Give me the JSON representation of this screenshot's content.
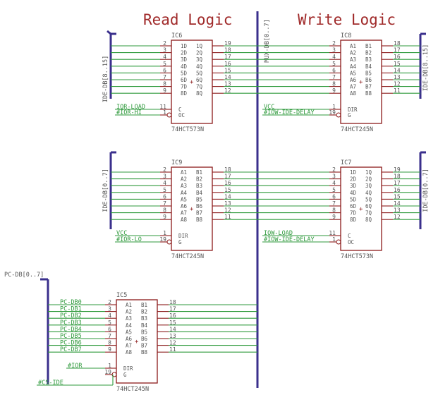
{
  "headings": {
    "read": "Read Logic",
    "write": "Write Logic"
  },
  "chips": [
    {
      "ref": "IC6",
      "part": "74HCT573N",
      "left_pins": [
        "2",
        "3",
        "4",
        "5",
        "6",
        "7",
        "8",
        "9"
      ],
      "left_names": [
        "1D",
        "2D",
        "3D",
        "4D",
        "5D",
        "6D",
        "7D",
        "8D"
      ],
      "right_pins": [
        "19",
        "18",
        "17",
        "16",
        "15",
        "14",
        "13",
        "12"
      ],
      "right_names": [
        "1Q",
        "2Q",
        "3Q",
        "4Q",
        "5Q",
        "6Q",
        "7Q",
        "8Q"
      ],
      "ctrl_pins": [
        "11",
        "1"
      ],
      "ctrl_names": [
        "C",
        "OC"
      ],
      "ctrl_nets": [
        "IOR-LOAD",
        "#IOR-HI"
      ]
    },
    {
      "ref": "IC8",
      "part": "74HCT245N",
      "left_pins": [
        "2",
        "3",
        "4",
        "5",
        "6",
        "7",
        "8",
        "9"
      ],
      "left_names": [
        "A1",
        "A2",
        "A3",
        "A4",
        "A5",
        "A6",
        "A7",
        "A8"
      ],
      "right_pins": [
        "18",
        "17",
        "16",
        "15",
        "14",
        "13",
        "12",
        "11"
      ],
      "right_names": [
        "B1",
        "B2",
        "B3",
        "B4",
        "B5",
        "B6",
        "B7",
        "B8"
      ],
      "ctrl_pins": [
        "1",
        "19"
      ],
      "ctrl_names": [
        "DIR",
        "G"
      ],
      "ctrl_nets": [
        "VCC",
        "#IOW-IDE-DELAY"
      ]
    },
    {
      "ref": "IC9",
      "part": "74HCT245N",
      "left_pins": [
        "2",
        "3",
        "4",
        "5",
        "6",
        "7",
        "8",
        "9"
      ],
      "left_names": [
        "A1",
        "A2",
        "A3",
        "A4",
        "A5",
        "A6",
        "A7",
        "A8"
      ],
      "right_pins": [
        "18",
        "17",
        "16",
        "15",
        "14",
        "13",
        "12",
        "11"
      ],
      "right_names": [
        "B1",
        "B2",
        "B3",
        "B4",
        "B5",
        "B6",
        "B7",
        "B8"
      ],
      "ctrl_pins": [
        "1",
        "19"
      ],
      "ctrl_names": [
        "DIR",
        "G"
      ],
      "ctrl_nets": [
        "VCC",
        "#IOR-LO"
      ]
    },
    {
      "ref": "IC7",
      "part": "74HCT573N",
      "left_pins": [
        "2",
        "3",
        "4",
        "5",
        "6",
        "7",
        "8",
        "9"
      ],
      "left_names": [
        "1D",
        "2D",
        "3D",
        "4D",
        "5D",
        "6D",
        "7D",
        "8D"
      ],
      "right_pins": [
        "19",
        "18",
        "17",
        "16",
        "15",
        "14",
        "13",
        "12"
      ],
      "right_names": [
        "1Q",
        "2Q",
        "3Q",
        "4Q",
        "5Q",
        "6Q",
        "7Q",
        "8Q"
      ],
      "ctrl_pins": [
        "11",
        "1"
      ],
      "ctrl_names": [
        "C",
        "OC"
      ],
      "ctrl_nets": [
        "IOW-LOAD",
        "#IOW-IDE-DELAY"
      ]
    },
    {
      "ref": "IC5",
      "part": "74HCT245N",
      "left_pins": [
        "2",
        "3",
        "4",
        "5",
        "6",
        "7",
        "8",
        "9"
      ],
      "left_names": [
        "A1",
        "A2",
        "A3",
        "A4",
        "A5",
        "A6",
        "A7",
        "A8"
      ],
      "right_pins": [
        "18",
        "17",
        "16",
        "15",
        "14",
        "13",
        "12",
        "11"
      ],
      "right_names": [
        "B1",
        "B2",
        "B3",
        "B4",
        "B5",
        "B6",
        "B7",
        "B8"
      ],
      "ctrl_pins": [
        "1",
        "19"
      ],
      "ctrl_names": [
        "DIR",
        "G"
      ],
      "ctrl_nets": [
        "#IOR",
        "#CS-IDE"
      ]
    }
  ],
  "buses": [
    {
      "name": "IDE-DB[8..15]",
      "label": "IDE-DB[8..15]"
    },
    {
      "name": "MUX-DB[0..7]",
      "label": "MUX-DB[0..7]"
    },
    {
      "name": "IDE-DB[8..15] right",
      "label": "IDE-DB[8..15]"
    },
    {
      "name": "IDE-DB[0..7] left",
      "label": "IDE-DB[0..7]"
    },
    {
      "name": "IDE-DB[0..7] right",
      "label": "IDE-DB[0..7]"
    },
    {
      "name": "PC-DB[0..7]",
      "label": "PC-DB[0..7]"
    }
  ],
  "pc_nets": [
    "PC-DB0",
    "PC-DB1",
    "PC-DB2",
    "PC-DB3",
    "PC-DB4",
    "PC-DB5",
    "PC-DB6",
    "PC-DB7"
  ],
  "colors": {
    "chip": "#8b1a1a",
    "wire": "#2f9a3c",
    "bus": "#3a2f8c",
    "text": "#555555",
    "net_label": "#2f9a3c",
    "heading": "#a02a2a"
  }
}
